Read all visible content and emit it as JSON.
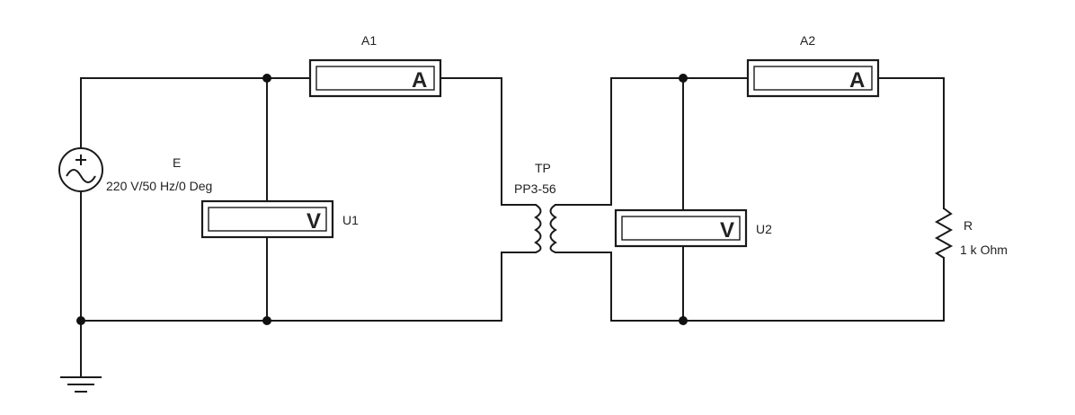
{
  "source": {
    "designator": "E",
    "value": "220 V/50 Hz/0 Deg"
  },
  "ammeters": [
    {
      "designator": "A1",
      "unit_symbol": "A"
    },
    {
      "designator": "A2",
      "unit_symbol": "A"
    }
  ],
  "voltmeters": [
    {
      "designator": "U1",
      "unit_symbol": "V"
    },
    {
      "designator": "U2",
      "unit_symbol": "V"
    }
  ],
  "transformer": {
    "designator": "TP",
    "model": "PP3-56"
  },
  "resistor": {
    "designator": "R",
    "value": "1 k Ohm"
  },
  "colors": {
    "wire": "#1a1a1a",
    "background": "#ffffff"
  }
}
